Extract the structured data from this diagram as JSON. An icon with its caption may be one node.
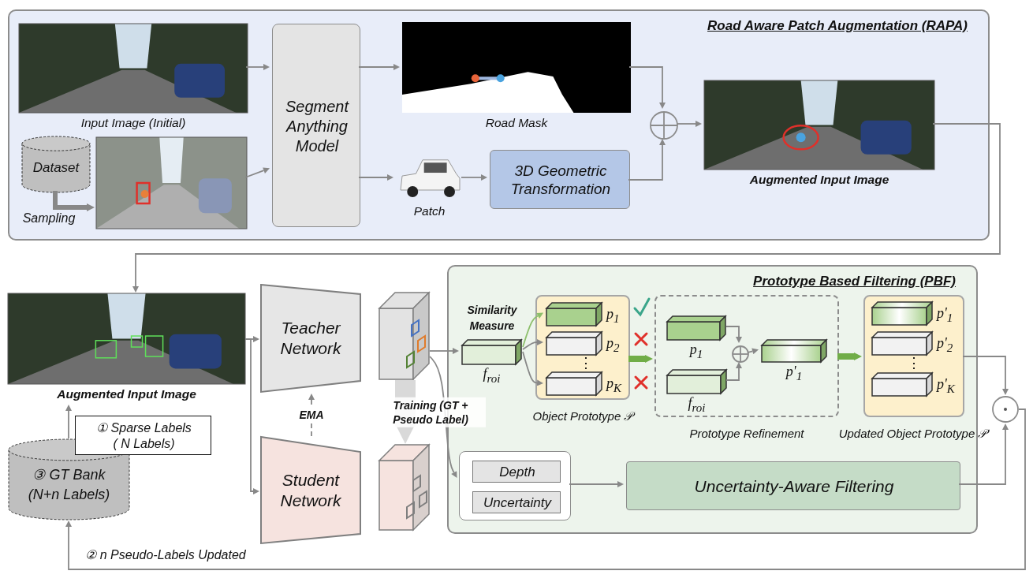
{
  "diagram": {
    "nodes": [
      {
        "text": [
          "Road Aware Patch Augmentation (RAPA)"
        ]
      },
      {
        "text": [
          "Input Image (Initial)"
        ],
        "in": 0
      },
      {
        "text": [
          "Dataset"
        ],
        "in": 0
      },
      {
        "text": [],
        "shape": "picture",
        "in": 0
      },
      {
        "text": [
          "Segment Anything Model"
        ],
        "in": 0
      },
      {
        "text": [
          "Road Mask"
        ],
        "in": 0
      },
      {
        "text": [
          "Patch"
        ],
        "in": 0
      },
      {
        "text": [
          "3D Geometric Transformation"
        ],
        "in": 0
      },
      {
        "text": [],
        "shape": "circle",
        "in": 0
      },
      {
        "text": [
          "Augmented Input Image"
        ],
        "in": 0
      },
      {
        "text": [
          "Prototype Based Filtering (PBF)"
        ]
      },
      {
        "text": [
          "Augmented Input Image"
        ]
      },
      {
        "text": [
          "① Sparse Labels ( N Labels)"
        ]
      },
      {
        "text": [
          "③ GT Bank (N+n Labels)"
        ]
      },
      {
        "text": [
          "Teacher Network"
        ]
      },
      {
        "text": [
          "Student Network"
        ]
      },
      {
        "text": [],
        "shape": "cube"
      },
      {
        "text": [],
        "shape": "cube"
      },
      {
        "text": [
          "f$_{roi}$"
        ],
        "in": 10
      },
      {
        "text": [
          "Object Prototype 𝒫"
        ],
        "in": 10
      },
      {
        "text": [
          "p$_{1}$"
        ],
        "in": 19
      },
      {
        "text": [
          "p$_{2}$"
        ],
        "in": 19
      },
      {
        "text": [
          "p$_{K}$"
        ],
        "in": 19
      },
      {
        "text": [
          "Prototype Refinement"
        ],
        "in": 10
      },
      {
        "text": [
          "p$_{1}$"
        ],
        "in": 23
      },
      {
        "text": [
          "f$_{roi}$"
        ],
        "in": 23
      },
      {
        "text": [],
        "shape": "circle",
        "in": 23
      },
      {
        "text": [
          "p'$_{1}$"
        ],
        "in": 23
      },
      {
        "text": [
          "Updated Object Prototype 𝒫'"
        ],
        "in": 10
      },
      {
        "text": [
          "p'$_{1}$"
        ],
        "in": 28
      },
      {
        "text": [
          "p'$_{2}$"
        ],
        "in": 28
      },
      {
        "text": [
          "p'$_{K}$"
        ],
        "in": 28
      },
      {
        "text": [],
        "shape": "box",
        "in": 10
      },
      {
        "text": [
          "Depth"
        ],
        "in": 32
      },
      {
        "text": [
          "Uncertainty"
        ],
        "in": 32
      },
      {
        "text": [
          "Uncertainty-Aware Filtering"
        ],
        "in": 10
      },
      {
        "text": [],
        "shape": "circle"
      }
    ],
    "edges": [
      {
        "from": 1,
        "to": 4,
        "arrow": "to"
      },
      {
        "from": 2,
        "to": 3,
        "arrow": "to",
        "label": "Sampling",
        "style": "thick"
      },
      {
        "from": 3,
        "to": 4,
        "arrow": "to"
      },
      {
        "from": 4,
        "to": 5,
        "arrow": "to"
      },
      {
        "from": 4,
        "to": 6,
        "arrow": "to"
      },
      {
        "from": 6,
        "to": 7,
        "arrow": "to"
      },
      {
        "from": 5,
        "to": 8,
        "arrow": "to"
      },
      {
        "from": 7,
        "to": 8,
        "arrow": "to"
      },
      {
        "from": 8,
        "to": 9,
        "arrow": "to"
      },
      {
        "from": 9,
        "to": 11,
        "arrow": "to"
      },
      {
        "from": 11,
        "to": 14,
        "arrow": "to"
      },
      {
        "from": 11,
        "to": 15,
        "arrow": "to"
      },
      {
        "from": 15,
        "to": 14,
        "arrow": "to",
        "label": "EMA",
        "style": "dashed"
      },
      {
        "from": 16,
        "to": 17,
        "arrow": "to",
        "label": "Training (GT + Pseudo Label)",
        "style": "thick",
        "color": "#d9d9d9"
      },
      {
        "from": 16,
        "to": 18,
        "arrow": "to"
      },
      {
        "from": 16,
        "to": 32,
        "arrow": "to"
      },
      {
        "from": 18,
        "to": 20,
        "arrow": "to",
        "color": "#8dbf6b"
      },
      {
        "from": 18,
        "to": 21,
        "arrow": "to"
      },
      {
        "from": 18,
        "to": 22,
        "arrow": "to"
      },
      {
        "from": 19,
        "to": 23,
        "arrow": "to",
        "style": "thick",
        "color": "#70ad47"
      },
      {
        "from": 24,
        "to": 26,
        "arrow": "to"
      },
      {
        "from": 25,
        "to": 26,
        "arrow": "to"
      },
      {
        "from": 26,
        "to": 27,
        "arrow": "to"
      },
      {
        "from": 23,
        "to": 28,
        "arrow": "to",
        "style": "thick",
        "color": "#70ad47"
      },
      {
        "from": 28,
        "to": 36,
        "arrow": "to"
      },
      {
        "from": 35,
        "to": 36,
        "arrow": "to"
      },
      {
        "from": 32,
        "to": 35,
        "arrow": "to"
      },
      {
        "from": 36,
        "to": 13,
        "arrow": "to",
        "label": "② n Pseudo-Labels Updated"
      },
      {
        "from": 13,
        "to": 11,
        "arrow": "to"
      }
    ],
    "labels": [
      "Similarity Measure",
      "⋮",
      "⋮"
    ]
  }
}
